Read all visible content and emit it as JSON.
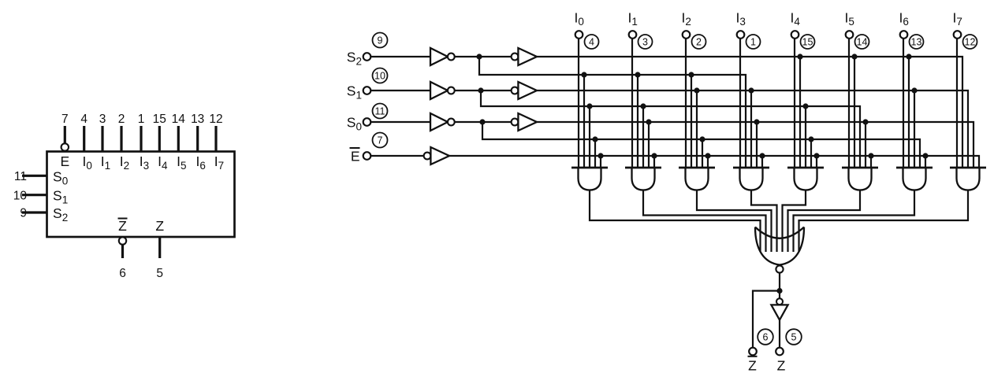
{
  "figure": {
    "description_left": "IC pin symbol",
    "description_right": "logic diagram"
  },
  "left_symbol": {
    "top_pins": [
      {
        "pin": "7",
        "label_base": "E",
        "label_sub": "",
        "bubble": true
      },
      {
        "pin": "4",
        "label_base": "I",
        "label_sub": "0"
      },
      {
        "pin": "3",
        "label_base": "I",
        "label_sub": "1"
      },
      {
        "pin": "2",
        "label_base": "I",
        "label_sub": "2"
      },
      {
        "pin": "1",
        "label_base": "I",
        "label_sub": "3"
      },
      {
        "pin": "15",
        "label_base": "I",
        "label_sub": "4"
      },
      {
        "pin": "14",
        "label_base": "I",
        "label_sub": "5"
      },
      {
        "pin": "13",
        "label_base": "I",
        "label_sub": "6"
      },
      {
        "pin": "12",
        "label_base": "I",
        "label_sub": "7"
      }
    ],
    "left_pins": [
      {
        "pin": "11",
        "label_base": "S",
        "label_sub": "0"
      },
      {
        "pin": "10",
        "label_base": "S",
        "label_sub": "1"
      },
      {
        "pin": "9",
        "label_base": "S",
        "label_sub": "2"
      }
    ],
    "bottom_pins": [
      {
        "pin": "6",
        "label": "Z",
        "overbar": true,
        "bubble": true
      },
      {
        "pin": "5",
        "label": "Z",
        "overbar": false
      }
    ]
  },
  "logic_diagram": {
    "control_inputs": [
      {
        "label_base": "S",
        "label_sub": "2",
        "pin": "9",
        "overbar": false
      },
      {
        "label_base": "S",
        "label_sub": "1",
        "pin": "10",
        "overbar": false
      },
      {
        "label_base": "S",
        "label_sub": "0",
        "pin": "11",
        "overbar": false
      },
      {
        "label_base": "E",
        "label_sub": "",
        "pin": "7",
        "overbar": true
      }
    ],
    "data_inputs": [
      {
        "label_base": "I",
        "label_sub": "0",
        "pin": "4"
      },
      {
        "label_base": "I",
        "label_sub": "1",
        "pin": "3"
      },
      {
        "label_base": "I",
        "label_sub": "2",
        "pin": "2"
      },
      {
        "label_base": "I",
        "label_sub": "3",
        "pin": "1"
      },
      {
        "label_base": "I",
        "label_sub": "4",
        "pin": "15"
      },
      {
        "label_base": "I",
        "label_sub": "5",
        "pin": "14"
      },
      {
        "label_base": "I",
        "label_sub": "6",
        "pin": "13"
      },
      {
        "label_base": "I",
        "label_sub": "7",
        "pin": "12"
      }
    ],
    "outputs": [
      {
        "label": "Z",
        "pin": "6",
        "overbar": true
      },
      {
        "label": "Z",
        "pin": "5",
        "overbar": false
      }
    ],
    "colors": {
      "line": "#111111",
      "background": "#ffffff"
    }
  }
}
